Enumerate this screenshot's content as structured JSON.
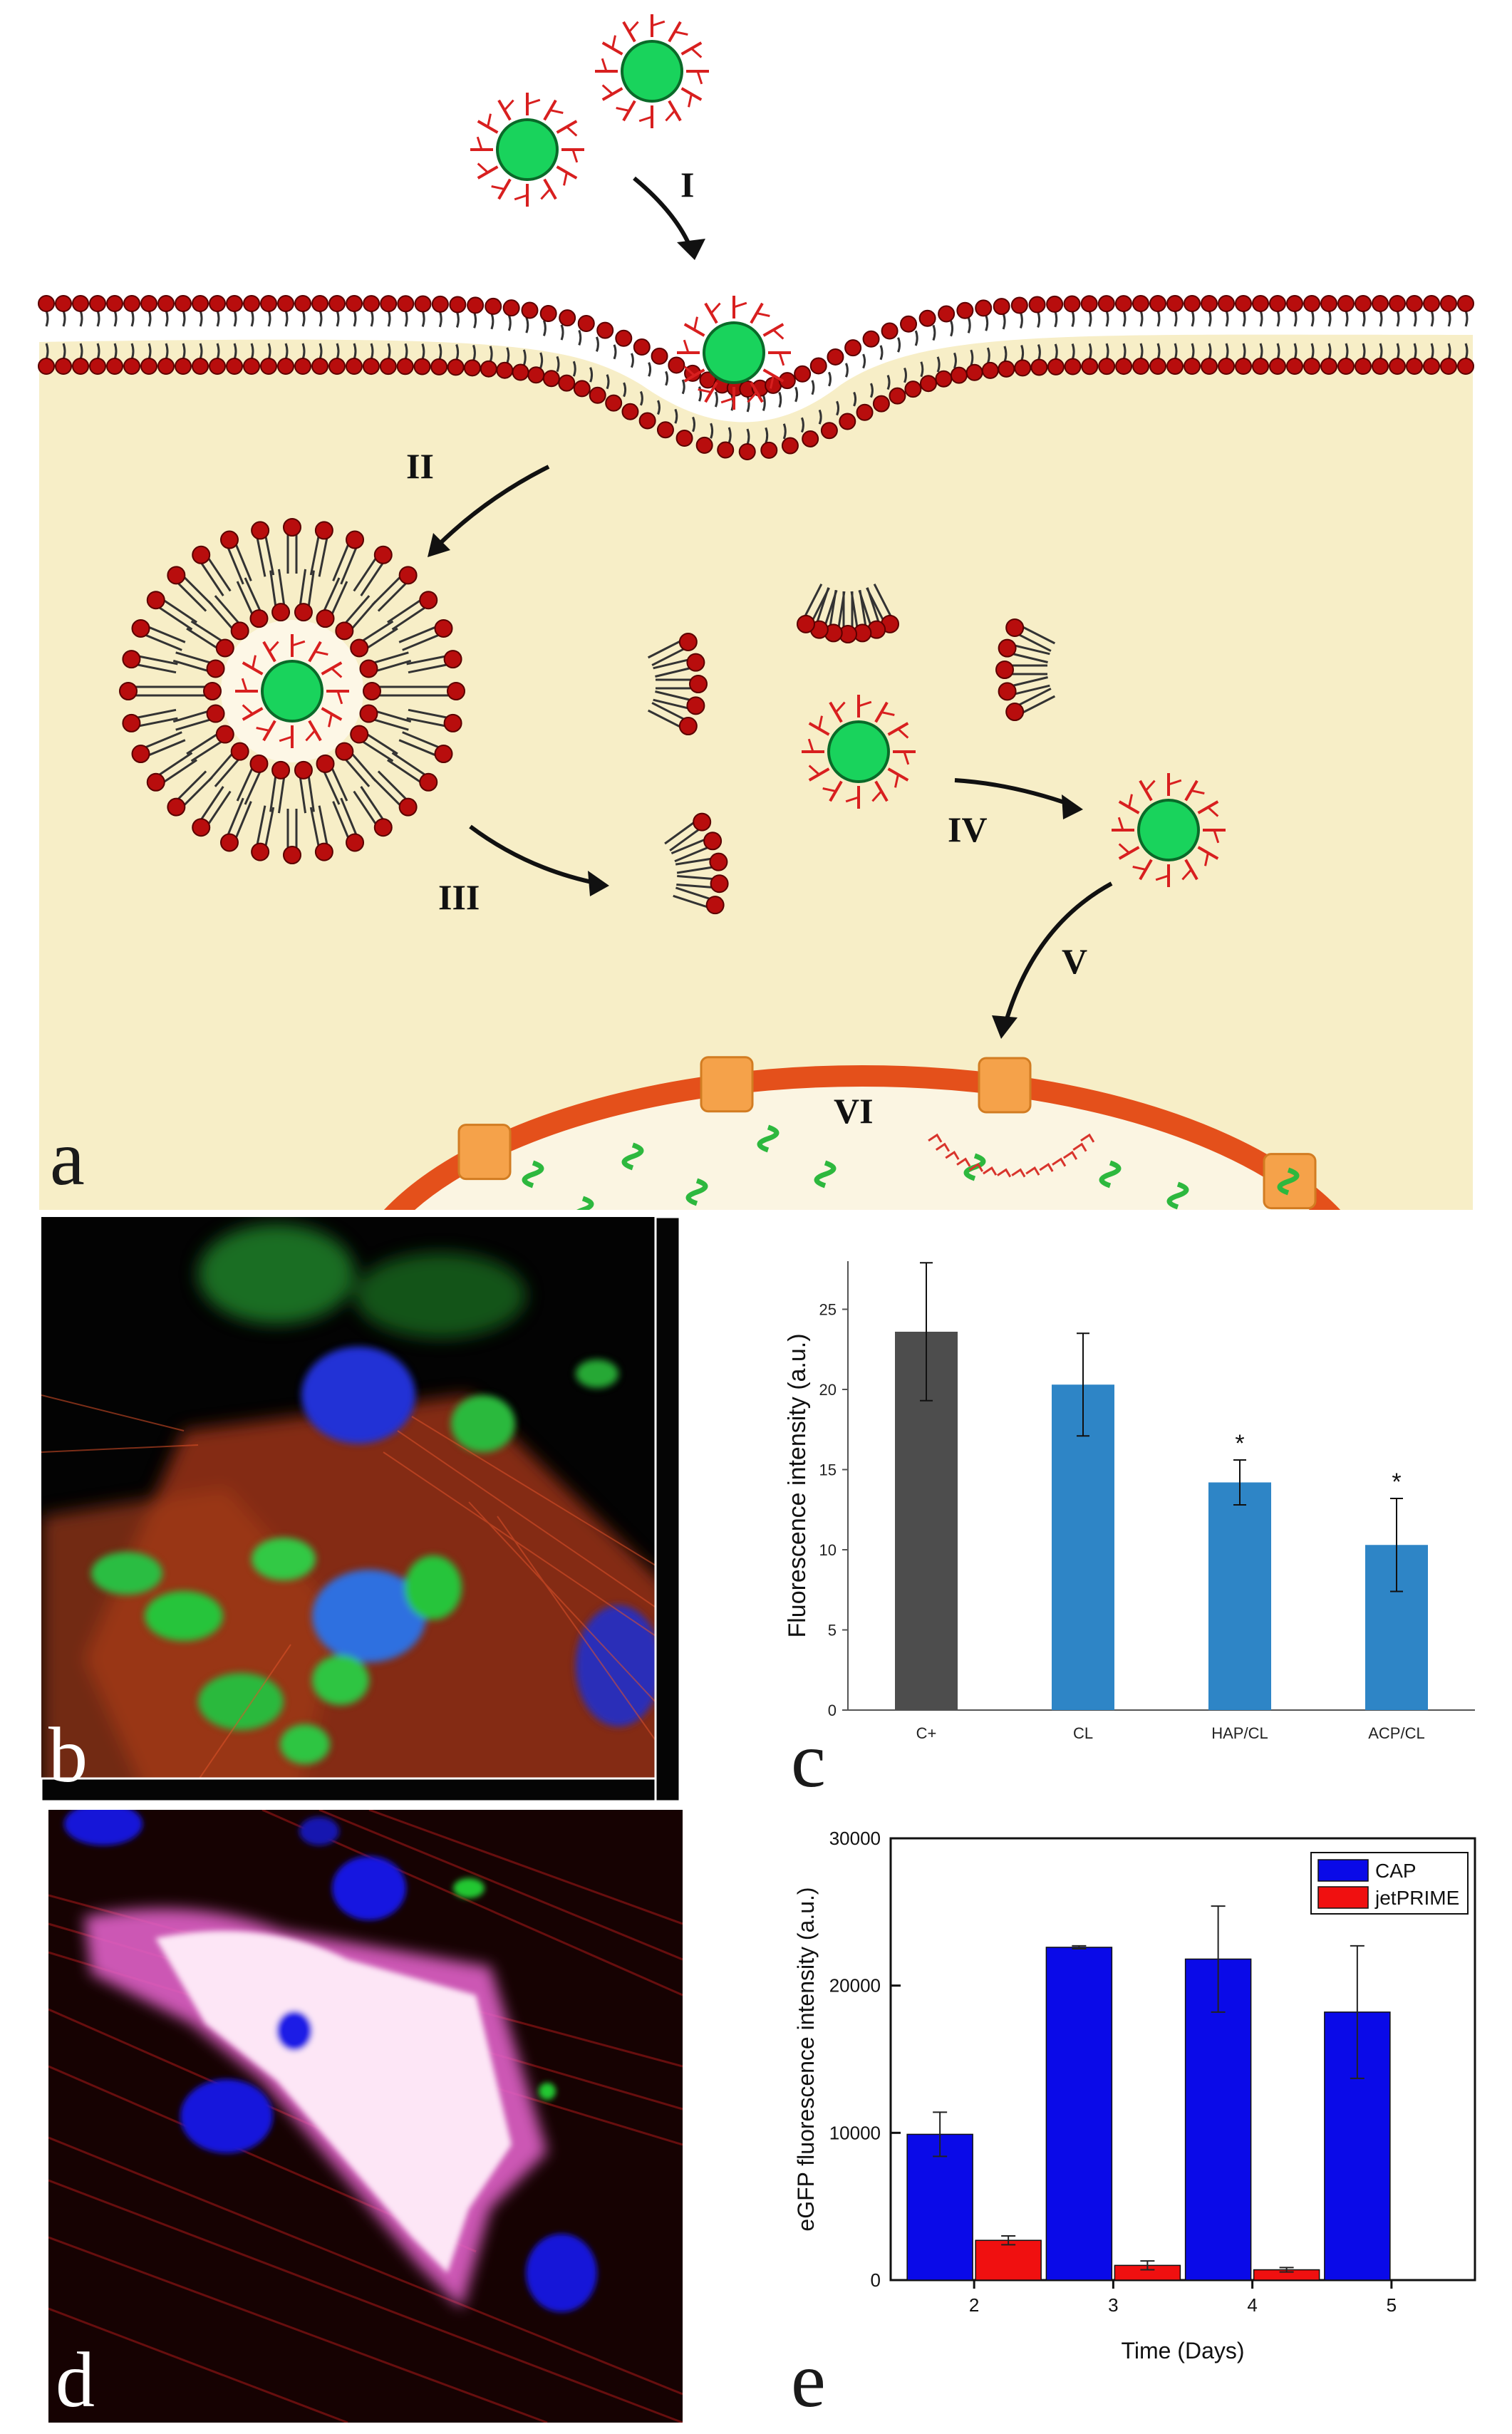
{
  "panel_a": {
    "letter": "a",
    "steps": [
      "I",
      "II",
      "III",
      "IV",
      "V",
      "VI"
    ],
    "colors": {
      "cytoplasm": "#f7eec7",
      "lipid_head": "#b80d0d",
      "particle": "#19d35c",
      "nucleus_membrane": "#e4501b",
      "pore": "#f5a24a"
    }
  },
  "panel_b": {
    "letter": "b"
  },
  "panel_c": {
    "letter": "c"
  },
  "panel_d": {
    "letter": "d"
  },
  "panel_e": {
    "letter": "e"
  },
  "chart_data": [
    {
      "type": "bar",
      "panel": "c",
      "categories": [
        "C+",
        "CL",
        "HAP/CL",
        "ACP/CL"
      ],
      "values": [
        23.6,
        20.3,
        14.2,
        10.3
      ],
      "errors": [
        4.3,
        3.2,
        1.4,
        2.9
      ],
      "significance": [
        "",
        "",
        "*",
        "*"
      ],
      "colors": [
        "#4d4d4d",
        "#2e85c6",
        "#2e85c6",
        "#2e85c6"
      ],
      "ylabel": "Fluorescence intensity (a.u.)",
      "yticks": [
        "0",
        "5",
        "10",
        "15",
        "20",
        "25"
      ],
      "ylim": [
        0,
        28
      ]
    },
    {
      "type": "bar",
      "panel": "e",
      "categories": [
        "2",
        "3",
        "4",
        "5"
      ],
      "series": [
        {
          "name": "CAP",
          "color": "#0a0ae8",
          "values": [
            9900,
            22600,
            21800,
            18200
          ],
          "errors": [
            1500,
            100,
            3600,
            4500
          ]
        },
        {
          "name": "jetPRIME",
          "color": "#f01010",
          "values": [
            2700,
            1000,
            700,
            0
          ],
          "errors": [
            300,
            300,
            150,
            0
          ]
        }
      ],
      "xlabel": "Time (Days)",
      "ylabel": "eGFP fluorescence intensity (a.u.)",
      "yticks": [
        "0",
        "10000",
        "20000",
        "30000"
      ],
      "ylim": [
        0,
        30000
      ],
      "legend": "top-right"
    }
  ]
}
